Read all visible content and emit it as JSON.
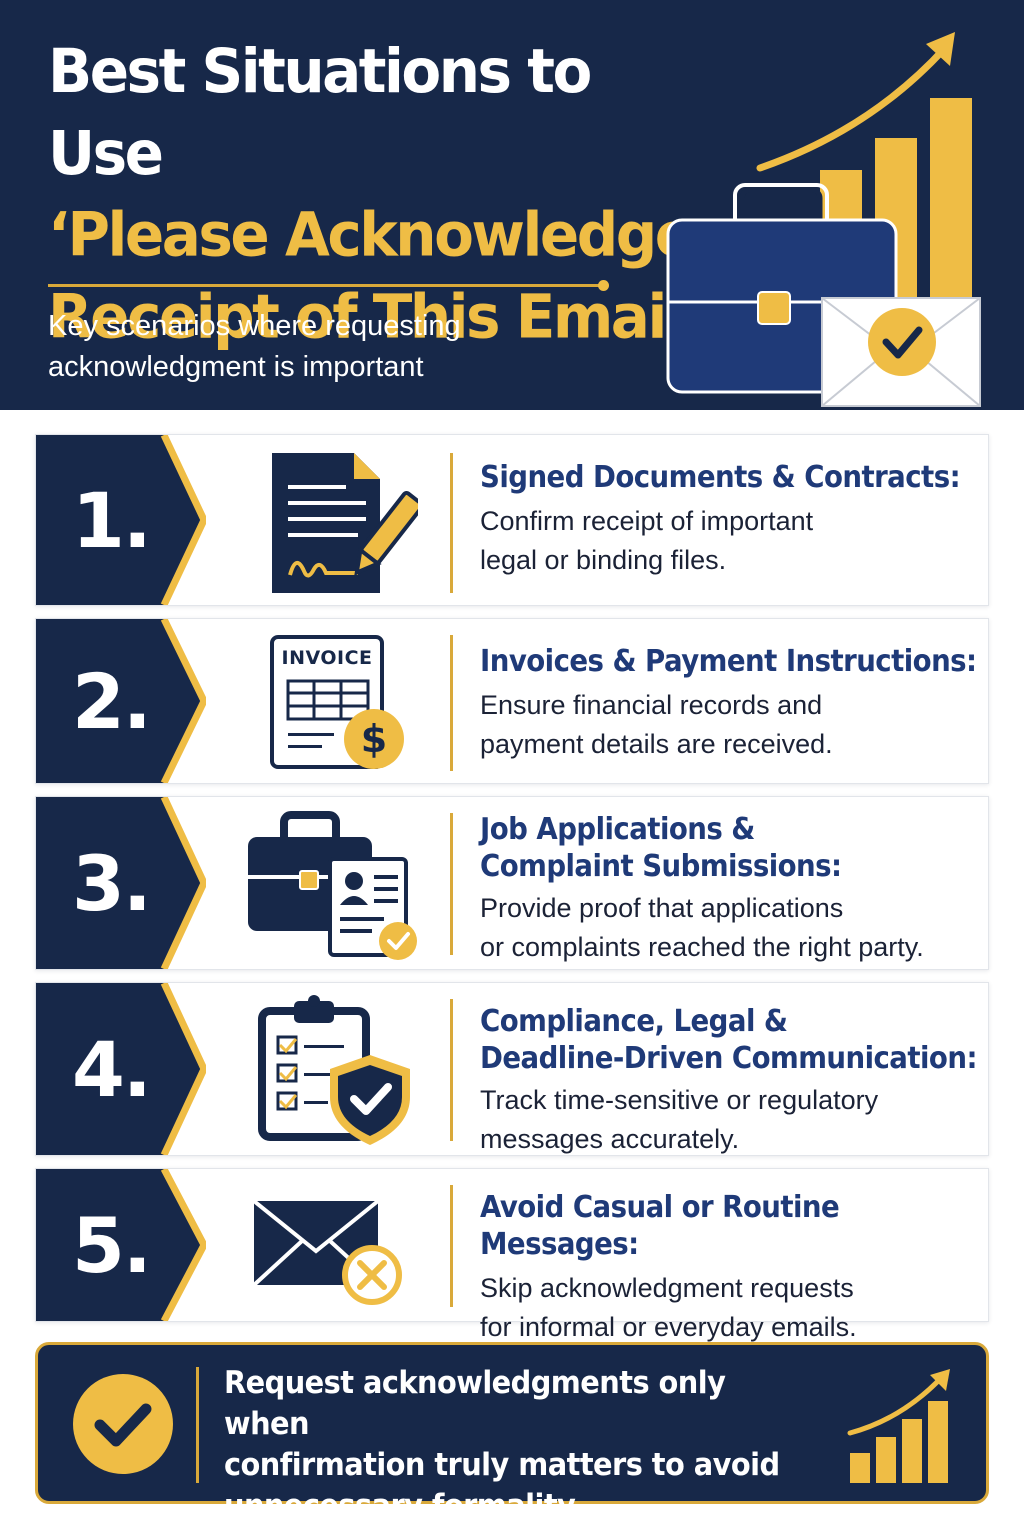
{
  "header": {
    "title_line1": "Best Situations to Use",
    "title_line2": "‘Please Acknowledge",
    "title_line3": "Receipt of This Email’",
    "subtitle_line1": "Key scenarios where requesting",
    "subtitle_line2": "acknowledgment is important"
  },
  "colors": {
    "navy": "#172849",
    "gold": "#efbd45",
    "heading_blue": "#1f3a78",
    "white": "#ffffff"
  },
  "icons": {
    "hero": "briefcase-envelope-chart-icon",
    "row1": "document-signature-icon",
    "row2": "invoice-dollar-icon",
    "row3": "briefcase-resume-icon",
    "row4": "clipboard-shield-icon",
    "row5": "envelope-cancel-icon",
    "footer_left": "check-circle-icon",
    "footer_right": "growth-chart-icon"
  },
  "items": [
    {
      "number": "1.",
      "heading_line1": "Signed Documents & Contracts:",
      "heading_line2": "",
      "desc_line1": "Confirm receipt of important",
      "desc_line2": "legal or binding files."
    },
    {
      "number": "2.",
      "heading_line1": "Invoices & Payment Instructions:",
      "heading_line2": "",
      "desc_line1": "Ensure financial records and",
      "desc_line2": "payment details are received.",
      "icon_label": "INVOICE"
    },
    {
      "number": "3.",
      "heading_line1": "Job Applications &",
      "heading_line2": "Complaint Submissions:",
      "desc_line1": "Provide proof that applications",
      "desc_line2": "or complaints reached the right party."
    },
    {
      "number": "4.",
      "heading_line1": "Compliance, Legal &",
      "heading_line2": "Deadline-Driven Communication:",
      "desc_line1": "Track time-sensitive or regulatory",
      "desc_line2": "messages accurately."
    },
    {
      "number": "5.",
      "heading_line1": "Avoid Casual or Routine Messages:",
      "heading_line2": "",
      "desc_line1": "Skip acknowledgment requests",
      "desc_line2": "for informal or everyday emails."
    }
  ],
  "footer": {
    "line1": "Request acknowledgments only when",
    "line2": "confirmation truly matters to avoid",
    "line3": "unnecessary formality."
  }
}
